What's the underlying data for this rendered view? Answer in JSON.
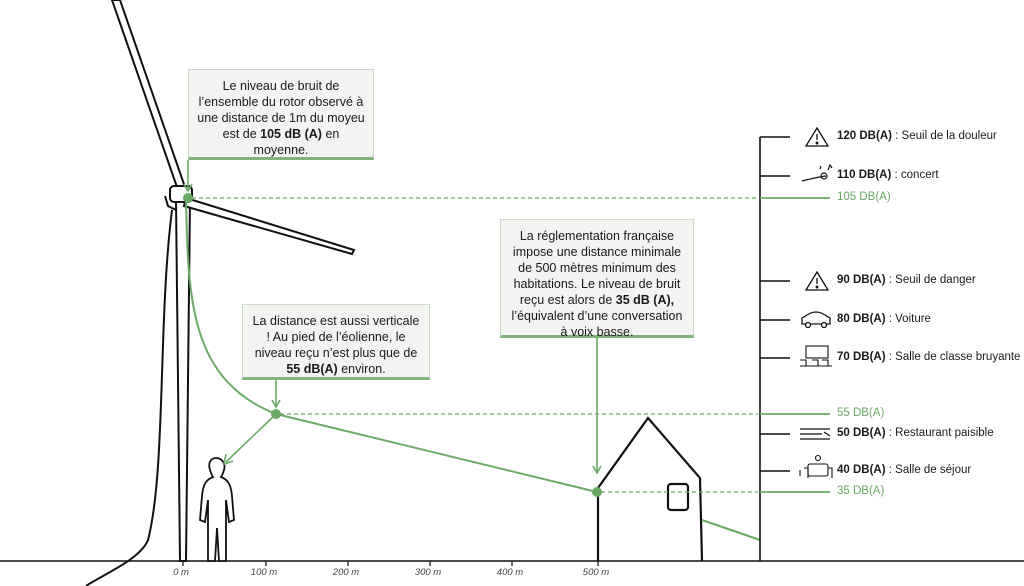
{
  "callouts": {
    "rotor": {
      "pre": "Le niveau de bruit de l’ensemble du rotor observé à une distance de 1m du moyeu est de ",
      "bold": "105 dB (A)",
      "post": " en moyenne."
    },
    "foot": {
      "pre": "La distance est aussi verticale ! Au pied de l’éolienne, le niveau reçu n’est plus que de ",
      "bold": "55 dB(A)",
      "post": " environ."
    },
    "house": {
      "pre": "La réglementation française impose une distance minimale de 500 mètres minimum des habitations. Le niveau de bruit reçu est alors de ",
      "bold": "35 dB (A),",
      "post": " l’équivalent d’une conversation à voix basse."
    }
  },
  "distance_ticks": [
    "0 m",
    "100 m",
    "200 m",
    "300 m",
    "400 m",
    "500 m"
  ],
  "scale_levels": [
    {
      "value": "120 DB(A)",
      "label": " : Seuil de la douleur",
      "icon": "warning-icon"
    },
    {
      "value": "110 DB(A)",
      "label": " : concert",
      "icon": "concert-icon"
    },
    {
      "value": "90 DB(A)",
      "label": " : Seuil de danger",
      "icon": "warning-icon"
    },
    {
      "value": "80 DB(A)",
      "label": " : Voiture",
      "icon": "car-icon"
    },
    {
      "value": "70 DB(A)",
      "label": " : Salle de classe bruyante",
      "icon": "classroom-icon"
    },
    {
      "value": "50 DB(A)",
      "label": " : Restaurant paisible",
      "icon": "cutlery-icon"
    },
    {
      "value": "40 DB(A)",
      "label": " : Salle de séjour",
      "icon": "living-room-icon"
    }
  ],
  "highlight_levels": [
    "105 DB(A)",
    "55 DB(A)",
    "35 DB(A)"
  ],
  "colors": {
    "accent": "#6aaa64",
    "ink": "#1a1a1a",
    "callout_bg": "#f3f3f2"
  }
}
